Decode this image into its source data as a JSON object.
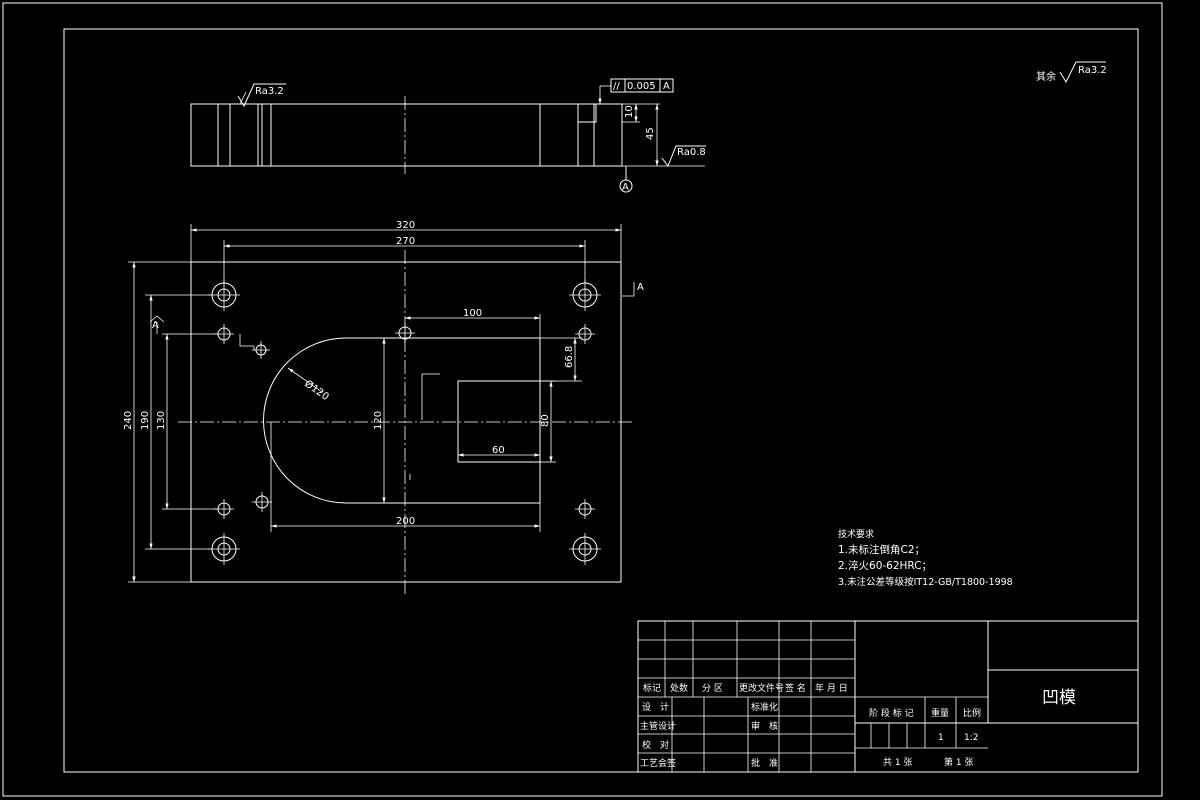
{
  "roughness_default": {
    "prefix": "其余",
    "value": "Ra3.2"
  },
  "section_view": {
    "roughness_left": "Ra3.2",
    "roughness_right": "Ra0.8",
    "tolerance_symbol": "//",
    "tolerance_value": "0.005",
    "datum_ref": "A",
    "datum_label": "A",
    "dim_10": "10",
    "dim_45": "45"
  },
  "plan_view": {
    "dim_320": "320",
    "dim_270": "270",
    "dim_240": "240",
    "dim_190": "190",
    "dim_130": "130",
    "dim_100": "100",
    "dim_66_8": "66.8",
    "dim_r120": "Ø120",
    "dim_120": "120",
    "dim_80": "80",
    "dim_60": "60",
    "dim_200": "200",
    "section_mark": "A"
  },
  "tech_requirements": {
    "heading": "技术要求",
    "items": [
      "1.未标注倒角C2；",
      "2.淬火60-62HRC；",
      "3.未注公差等级按IT12-GB/T1800-1998"
    ]
  },
  "title_block": {
    "part_name": "凹模",
    "header_row": [
      "标记",
      "处数",
      "分 区",
      "更改文件号",
      "签 名",
      "年 月 日"
    ],
    "design": "设　计",
    "standardize": "标准化",
    "chief_design": "主管设计",
    "review": "审　核",
    "check": "校　对",
    "process": "工艺会签",
    "approve": "批　准",
    "stage_mark": "阶 段 标 记",
    "weight_label": "重量",
    "scale_label": "比例",
    "quantity": "1",
    "scale": "1:2",
    "sheets_total": "共 1 张",
    "sheet_no": "第 1 张"
  }
}
